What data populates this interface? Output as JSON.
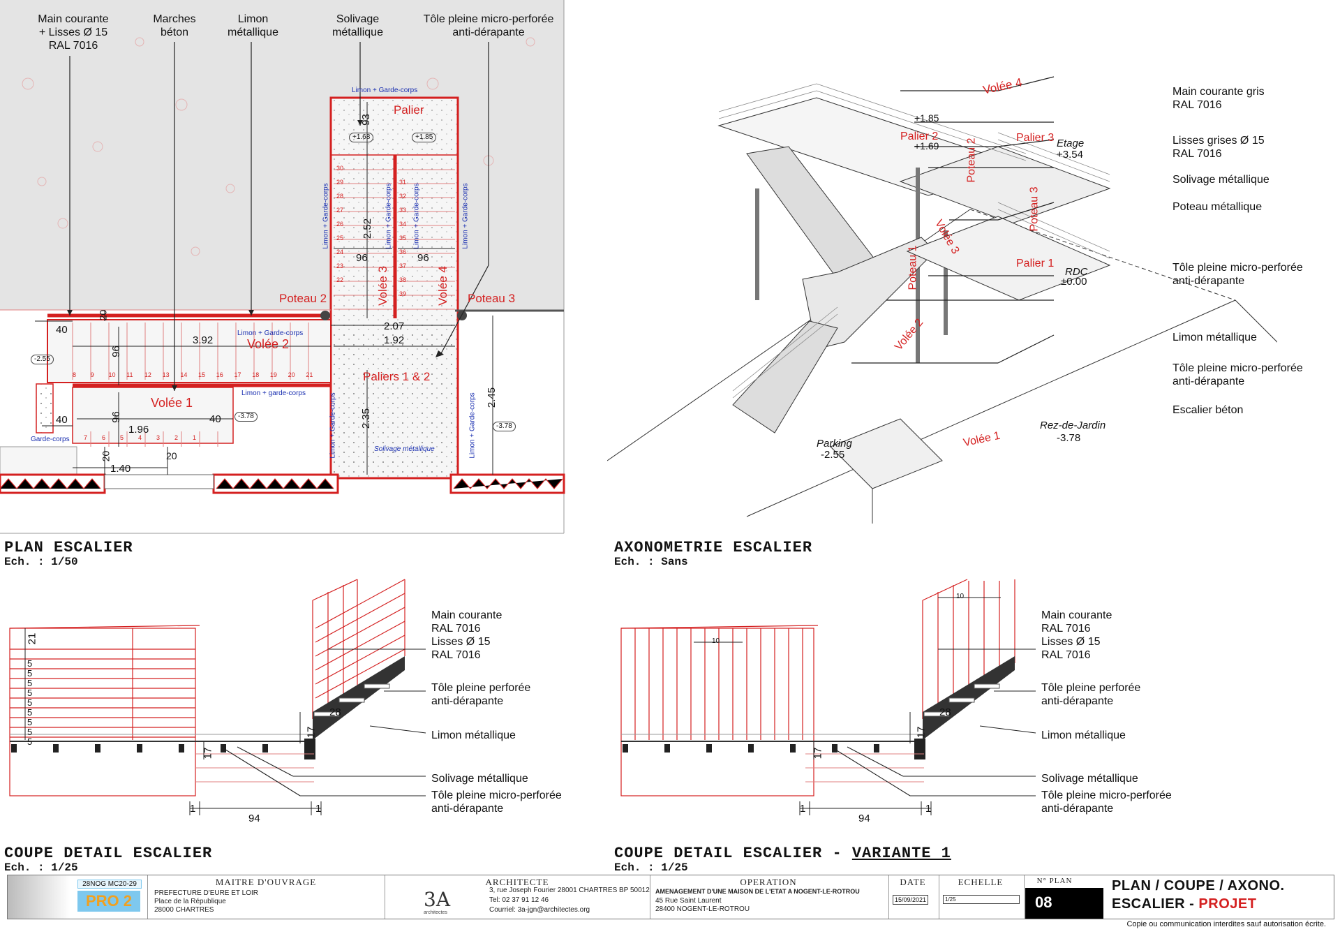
{
  "plan": {
    "title": "PLAN ESCALIER",
    "scale": "Ech. : 1/50",
    "callouts": [
      {
        "text": "Main courante\n+ Lisses Ø 15\nRAL 7016"
      },
      {
        "text": "Marches\nbéton"
      },
      {
        "text": "Limon\nmétallique"
      },
      {
        "text": "Solivage\nmétallique"
      },
      {
        "text": "Tôle pleine micro-perforée\nanti-dérapante"
      }
    ],
    "labels": {
      "palier": "Palier",
      "paliers12": "Paliers 1 & 2",
      "volee1": "Volée 1",
      "volee2": "Volée 2",
      "volee3": "Volée 3",
      "volee4": "Volée 4",
      "poteau2": "Poteau 2",
      "poteau3": "Poteau 3",
      "limon_gc": "Limon + Garde-corps",
      "limon_gc_lower": "Limon + garde-corps",
      "garde_corps": "Garde-corps",
      "solivage": "Solivage métallique"
    },
    "levels": [
      "+1.68",
      "+1.85",
      "-2.55",
      "-3.78",
      "-3.78"
    ],
    "dims": [
      "93",
      "2.52",
      "96",
      "96",
      "20",
      "40",
      "3.92",
      "96",
      "2.07",
      "1.92",
      "96",
      "1.96",
      "40",
      "40",
      "2.35",
      "2.45",
      "20",
      "20",
      "1.40"
    ],
    "steps_volee1": [
      "7",
      "6",
      "5",
      "4",
      "3",
      "2",
      "1"
    ],
    "steps_volee2": [
      "8",
      "9",
      "10",
      "11",
      "12",
      "13",
      "14",
      "15",
      "16",
      "17",
      "18",
      "19",
      "20",
      "21"
    ],
    "steps_volee3": [
      "30",
      "29",
      "28",
      "27",
      "26",
      "25",
      "24",
      "23",
      "22"
    ],
    "steps_volee4": [
      "31",
      "32",
      "33",
      "34",
      "35",
      "36",
      "37",
      "38",
      "39"
    ]
  },
  "axo": {
    "title": "AXONOMETRIE ESCALIER",
    "scale": "Ech. : Sans",
    "labels": {
      "volee1": "Volée 1",
      "volee2": "Volée 2",
      "volee3": "Volée 3",
      "volee4": "Volée 4",
      "palier1": "Palier 1",
      "palier2": "Palier 2",
      "palier3": "Palier 3",
      "poteau1": "Poteau 1",
      "poteau2": "Poteau 2",
      "poteau3": "Poteau 3",
      "lvl_185": "+1.85",
      "lvl_169": "+1.69",
      "etage": "Etage",
      "etage_lvl": "+3.54",
      "rdc": "RDC",
      "rdc_lvl": "±0.00",
      "parking": "Parking",
      "parking_lvl": "-2.55",
      "rdj": "Rez-de-Jardin",
      "rdj_lvl": "-3.78"
    },
    "callouts": [
      "Main courante gris\nRAL 7016",
      "Lisses grises Ø 15\nRAL 7016",
      "Solivage métallique",
      "Poteau métallique",
      "Tôle pleine micro-perforée\nanti-dérapante",
      "Limon métallique",
      "Tôle pleine micro-perforée\nanti-dérapante",
      "Escalier béton"
    ]
  },
  "coupe1": {
    "title": "COUPE DETAIL ESCALIER",
    "scale": "Ech. : 1/25",
    "callouts": [
      "Main courante\nRAL 7016\nLisses Ø 15\nRAL 7016",
      "Tôle pleine perforée\nanti-dérapante",
      "Limon métallique",
      "Solivage métallique",
      "Tôle pleine micro-perforée\nanti-dérapante"
    ],
    "dims": {
      "top": "21",
      "spacing": "5",
      "step": "28",
      "rise": "17",
      "joist": "17",
      "left": "1",
      "mid": "94",
      "right": "1"
    }
  },
  "coupe2": {
    "title": "COUPE DETAIL ESCALIER - ",
    "title_underlined": "VARIANTE 1",
    "scale": "Ech. : 1/25",
    "callouts": [
      "Main courante\nRAL 7016\nLisses Ø 15\nRAL 7016",
      "Tôle pleine perforée\nanti-dérapante",
      "Limon métallique",
      "Solivage métallique",
      "Tôle pleine micro-perforée\nanti-dérapante"
    ],
    "dims": {
      "spacing": "10",
      "step": "28",
      "rise": "17",
      "joist": "17",
      "left": "1",
      "mid": "94",
      "right": "1"
    }
  },
  "cartouche": {
    "code": "28NOG MC20-29",
    "phase": "PRO 2",
    "maitre_header": "MAITRE D'OUVRAGE",
    "maitre_lines": [
      "PREFECTURE D'EURE ET LOIR",
      "Place de la République",
      "28000 CHARTRES"
    ],
    "architecte_header": "ARCHITECTE",
    "architecte_logo": "3A",
    "architecte_sub": "architectes",
    "architecte_lines": [
      "3, rue Joseph Fourier  28001  CHARTRES  BP 50012",
      "Tel: 02 37 91 12 46",
      "Courriel: 3a-jgn@architectes.org"
    ],
    "operation_header": "OPERATION",
    "operation_lines": [
      "AMENAGEMENT D'UNE MAISON DE L'ETAT A NOGENT-LE-ROTROU",
      "45 Rue Saint Laurent",
      "28400 NOGENT-LE-ROTROU"
    ],
    "date_header": "DATE",
    "date": "15/09/2021",
    "echelle_header": "ECHELLE",
    "echelle": "1/25",
    "plan_header": "N° PLAN",
    "plan_number": "08",
    "title_line1": "PLAN / COUPE / AXONO.",
    "title_line2": "ESCALIER - ",
    "title_status": "PROJET",
    "copyright": "Copie ou communication interdites sauf autorisation écrite."
  },
  "colors": {
    "red": "#d42020",
    "blue": "#1a2fb0",
    "grey_bg": "#e4e4e4",
    "dark": "#222222",
    "accent_blue": "#7ec8ee",
    "phase_orange": "#f0a020"
  }
}
